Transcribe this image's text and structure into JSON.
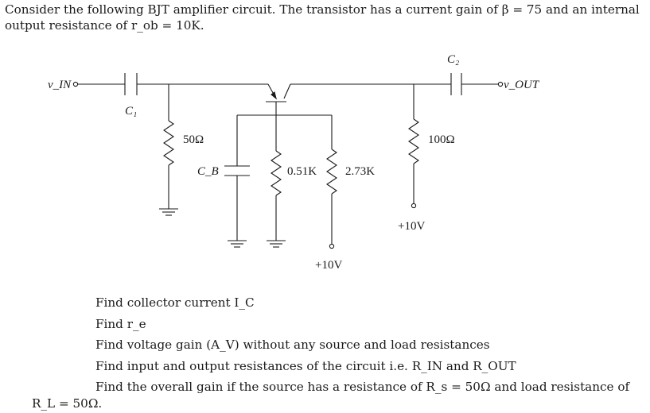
{
  "intro": {
    "line1": "Consider the following BJT amplifier circuit. The transistor has a current gain of β = 75 and an internal",
    "line2": "output resistance of r_ob = 10K."
  },
  "circuit": {
    "vin_label": "v_IN",
    "vout_label": "v_OUT",
    "c1_label": "C₁",
    "c2_label": "C₂",
    "cb_label": "C_B",
    "r50_label": "50Ω",
    "r100_label": "100Ω",
    "r051_label": "0.51K",
    "r273_label": "2.73K",
    "supply_center_label": "+10V",
    "supply_right_label": "+10V"
  },
  "tasks": [
    "Find collector current I_C",
    "Find r_e",
    "Find voltage gain (A_V) without any source and load resistances",
    "Find input and output resistances of the circuit i.e. R_IN and R_OUT",
    "Find the overall gain if the source has a resistance of R_s = 50Ω and load resistance of"
  ],
  "tail": "R_L = 50Ω."
}
